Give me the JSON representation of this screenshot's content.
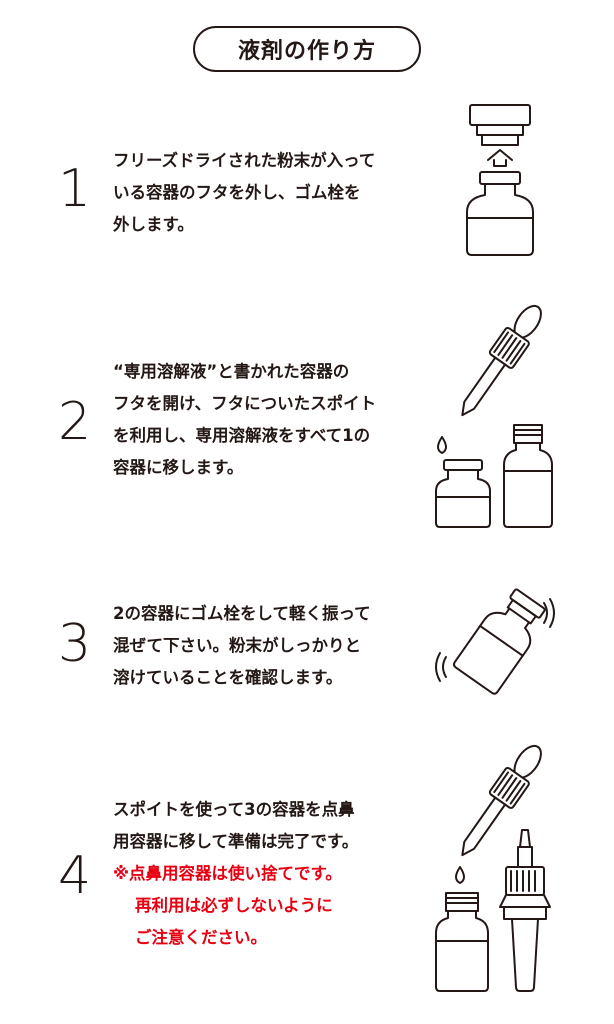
{
  "title": "液剤の作り方",
  "steps": [
    {
      "number": "1",
      "lines": [
        "フリーズドライされた粉末が入って",
        "いる容器のフタを外し、ゴム栓を",
        "外します。"
      ]
    },
    {
      "number": "2",
      "lines": [
        "“専用溶解液”と書かれた容器の",
        "フタを開け、フタについたスポイト",
        "を利用し、専用溶解液をすべて1の",
        "容器に移します。"
      ]
    },
    {
      "number": "3",
      "lines": [
        "2の容器にゴム栓をして軽く振って",
        "混ぜて下さい。粉末がしっかりと",
        "溶けていることを確認します。"
      ]
    },
    {
      "number": "4",
      "lines": [
        "スポイトを使って3の容器を点鼻",
        "用容器に移して準備は完了です。"
      ],
      "note_lines": [
        "※点鼻用容器は使い捨てです。",
        "再利用は必ずしないように",
        "ご注意ください。"
      ]
    }
  ],
  "colors": {
    "text": "#231815",
    "note": "#e60012"
  }
}
